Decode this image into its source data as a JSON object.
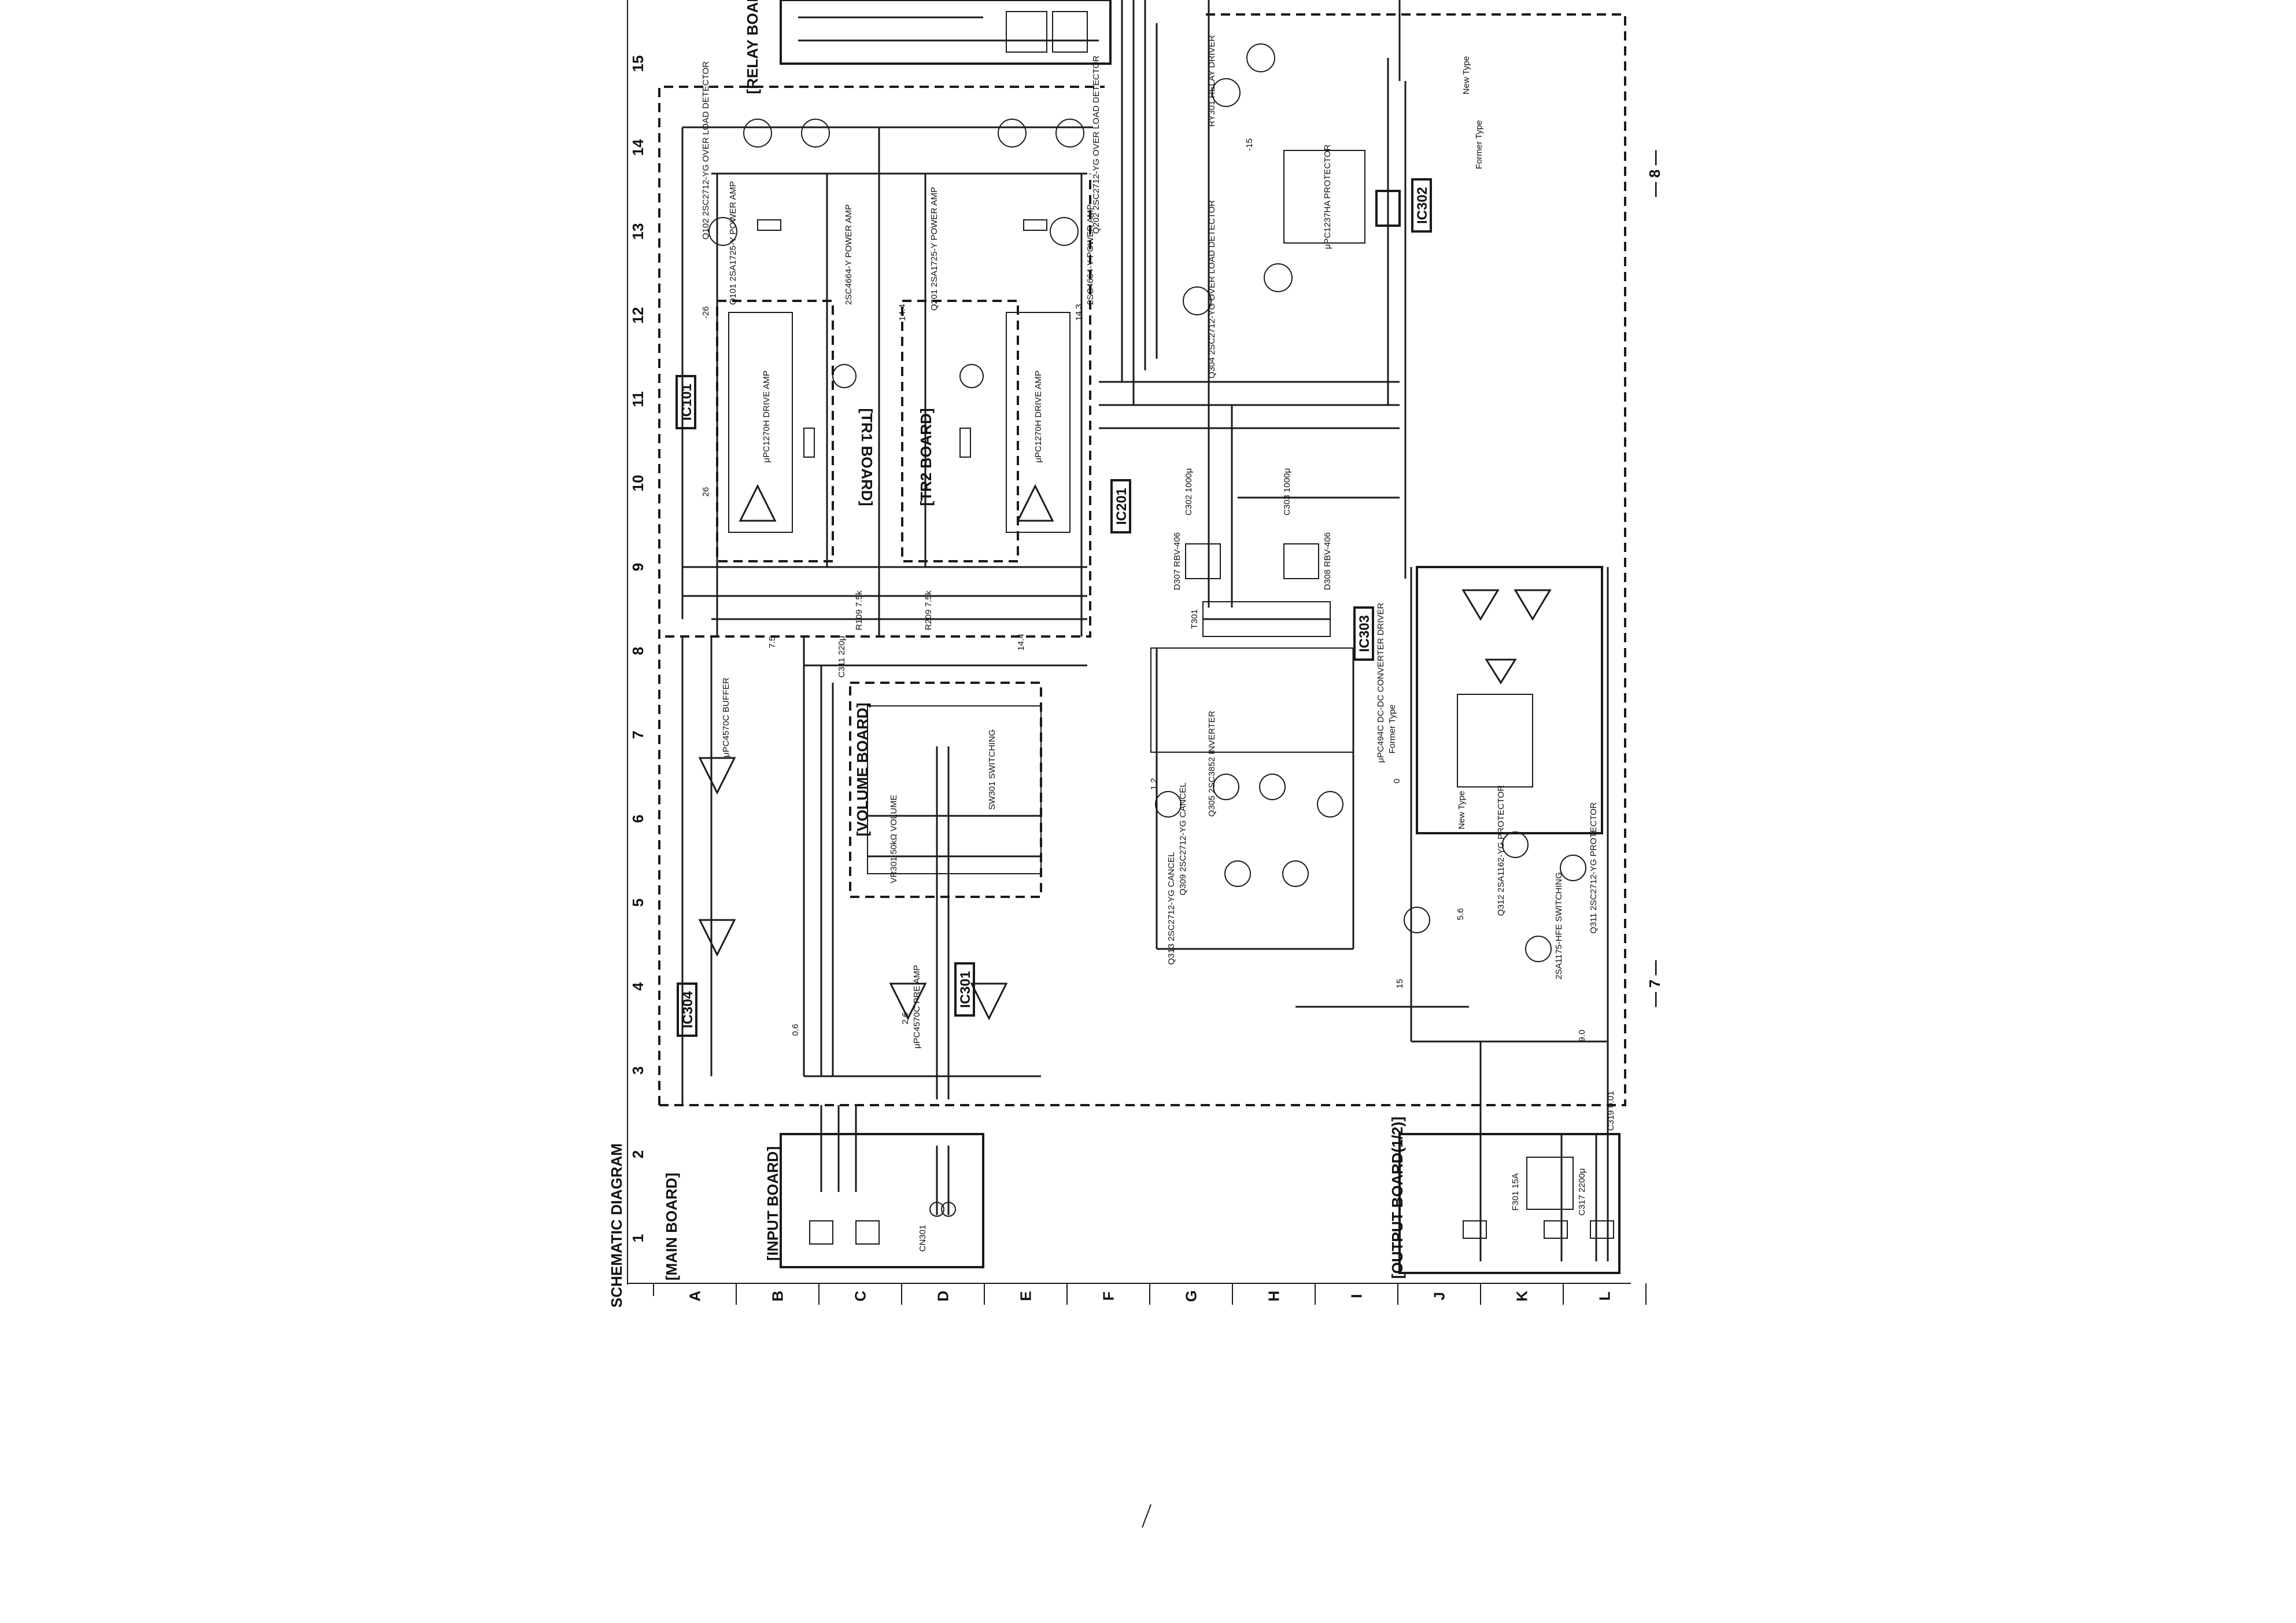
{
  "diagram": {
    "title": "SCHEMATIC DIAGRAM",
    "page_numbers": [
      "— 7 —",
      "— 8 —"
    ],
    "columns": [
      "A",
      "B",
      "C",
      "D",
      "E",
      "F",
      "G",
      "H",
      "I",
      "J",
      "K",
      "L"
    ],
    "rows": [
      "1",
      "2",
      "3",
      "4",
      "5",
      "6",
      "7",
      "8",
      "9",
      "10",
      "11",
      "12",
      "13",
      "14",
      "15"
    ],
    "boards": {
      "main": "[MAIN BOARD]",
      "relay": "[RELAY BOARD]",
      "input": "[INPUT BOARD]",
      "output": "[OUTPUT BOARD(1/2)]",
      "volume": "[VOLUME BOARD]",
      "tr1": "[TR1 BOARD]",
      "tr2": "[TR2 BOARD]"
    },
    "ics": {
      "ic101": "IC101",
      "ic201": "IC201",
      "ic301": "IC301",
      "ic302": "IC302",
      "ic303": "IC303",
      "ic304": "IC304"
    },
    "notes": {
      "former_type": "Former Type",
      "new_type": "New Type"
    },
    "components": {
      "q102": "Q102 2SC2712-YG OVER LOAD DETECTOR",
      "q202": "Q202 2SC2712-YG OVER LOAD DETECTOR",
      "q101": "Q101 2SA1725-Y POWER AMP",
      "q201": "Q201 2SA1725-Y POWER AMP",
      "q106": "2SC4664-Y POWER AMP",
      "q206": "2SC4664-Y POWER AMP",
      "ic101_desc": "μPC1270H DRIVE AMP",
      "ic201_desc": "μPC1270H DRIVE AMP",
      "ic302_desc": "μPC1237HA PROTECTOR",
      "ic303_desc": "μPC494C DC-DC CONVERTER DRIVER",
      "ic304_desc": "μPC4570C BUFFER",
      "ic301_desc": "μPC4570C PRE AMP",
      "relay": "RY301 RELAY DRIVER",
      "q306": "2SA1175-HFE SWITCHING",
      "cn301": "CN301",
      "sw": "SW301 SWITCHING",
      "vr301": "VR301 50kΩ VOLUME",
      "f301": "F301 15A",
      "c317": "C317 2200μ",
      "c319": "C319 0.01",
      "t301": "T301",
      "r109": "R109 7.5k",
      "r209": "R209 7.5k",
      "c311": "C311 220μ",
      "q305": "Q305 2SC3852 INVERTER",
      "q309": "Q309 2SC2712-YG CANCEL",
      "q313": "Q313 2SC2712-YG CANCEL",
      "q311": "Q311 2SC2712-YG PROTECTOR",
      "q312": "Q312 2SA1162-YG PROTECTOR",
      "q304": "Q304 2SC2712-YG OVER LOAD DETECTOR",
      "c302": "C302 1000μ",
      "c303": "C303 1000μ",
      "d307": "D307 RBV-406",
      "d308": "D308 RBV-406"
    },
    "voltages": [
      "-26",
      "26",
      "14.4",
      "14.3",
      "14.4",
      "7.5",
      "-15",
      "15",
      "9.0",
      "1.2",
      "0",
      "5.6",
      "2.6",
      "0.6"
    ]
  }
}
